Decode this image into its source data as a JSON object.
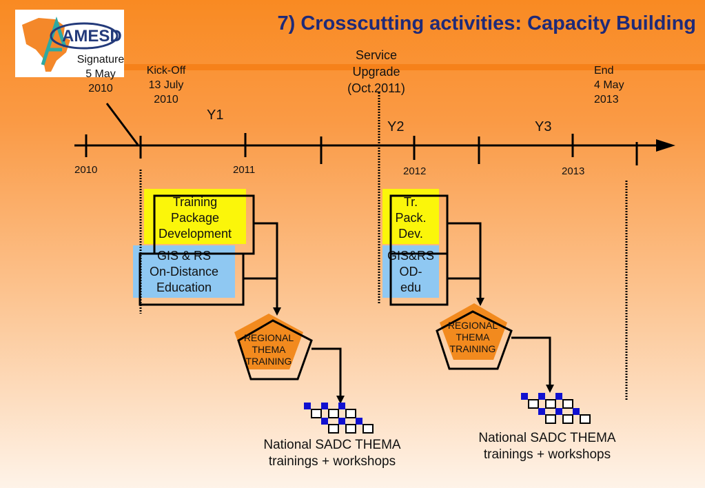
{
  "slide": {
    "title": "7) Crosscutting activities: Capacity Building",
    "logo_text": "AMESD"
  },
  "milestones": {
    "signature": "Signature\n5 May\n2010",
    "kickoff": "Kick-Off\n13 July\n2010",
    "service_upgrade": "Service\nUpgrade\n(Oct.2011)",
    "end": "End\n4 May\n2013"
  },
  "periods": [
    "Y1",
    "Y2",
    "Y3"
  ],
  "years": [
    "2010",
    "2011",
    "2012",
    "2013"
  ],
  "phase1": {
    "training_package": "Training\nPackage\nDevelopment",
    "distance_education": "GIS & RS\nOn-Distance\nEducation",
    "regional_training": "REGIONAL\nTHEMA\nTRAINING",
    "national": "National SADC THEMA\ntrainings + workshops"
  },
  "phase2": {
    "training_package": "Tr.\nPack.\nDev.",
    "distance_education": "GIS&RS\nOD-\nedu",
    "regional_training": "REGIONAL\nTHEMA\nTRAINING",
    "national": "National SADC THEMA\ntrainings + workshops"
  },
  "colors": {
    "title": "#1f2a78",
    "training_box": "#fbf60a",
    "education_box": "#8fc8f2",
    "regional": "#f28a1e",
    "grid_blue": "#1010d0"
  }
}
